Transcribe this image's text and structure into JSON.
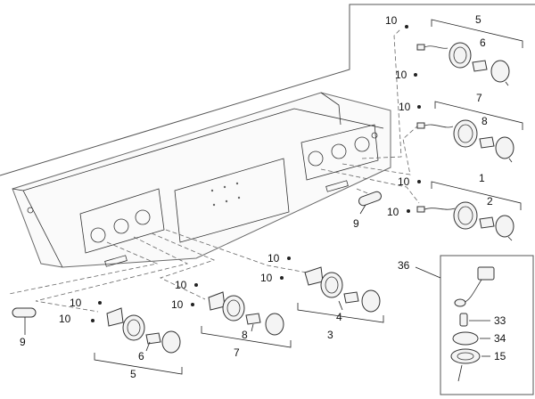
{
  "callouts": {
    "c1": "1",
    "c2": "2",
    "c3": "3",
    "c4": "4",
    "c5_top": "5",
    "c5_bot": "5",
    "c6_top": "6",
    "c6_bot": "6",
    "c7_top": "7",
    "c7_bot": "7",
    "c8_top": "8",
    "c8_bot": "8",
    "c9_right": "9",
    "c9_left": "9",
    "c10": "10",
    "c15": "15",
    "c33": "33",
    "c34": "34",
    "c36": "36"
  }
}
